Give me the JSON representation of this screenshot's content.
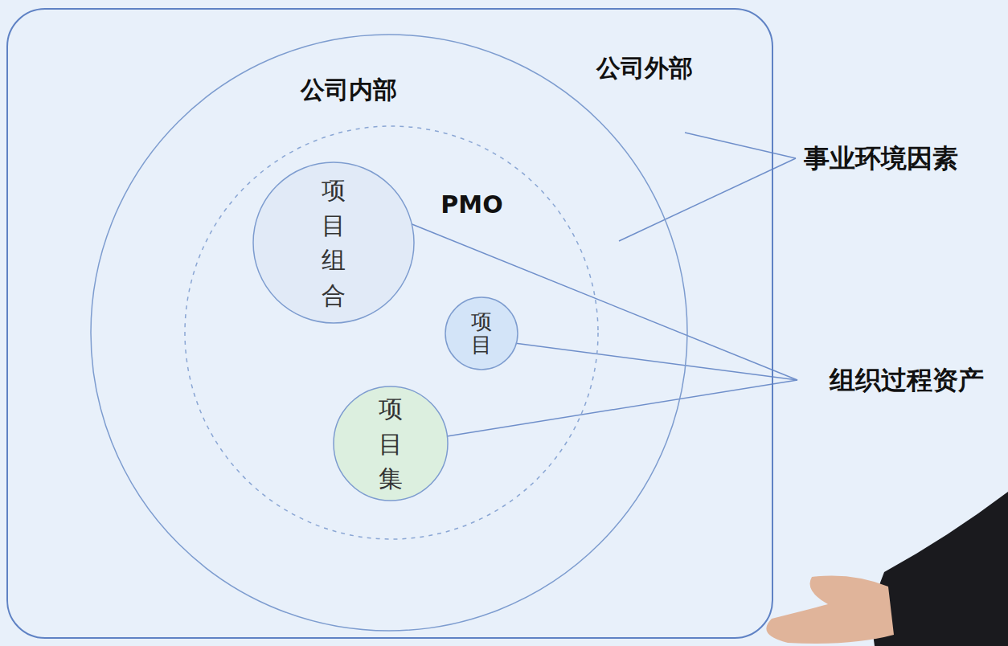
{
  "diagram": {
    "nodes": [
      {
        "text": [
          "公司外部"
        ]
      },
      {
        "text": [
          "公司内部"
        ],
        "in": 0
      },
      {
        "text": [
          "PMO"
        ],
        "in": 1
      },
      {
        "text": [
          "项目 组合"
        ],
        "in": 2
      },
      {
        "text": [
          "项目"
        ],
        "in": 2
      },
      {
        "text": [
          "项目 集"
        ],
        "in": 2
      }
    ],
    "labels": [
      "事业环境因素",
      "组织过程资产"
    ]
  }
}
